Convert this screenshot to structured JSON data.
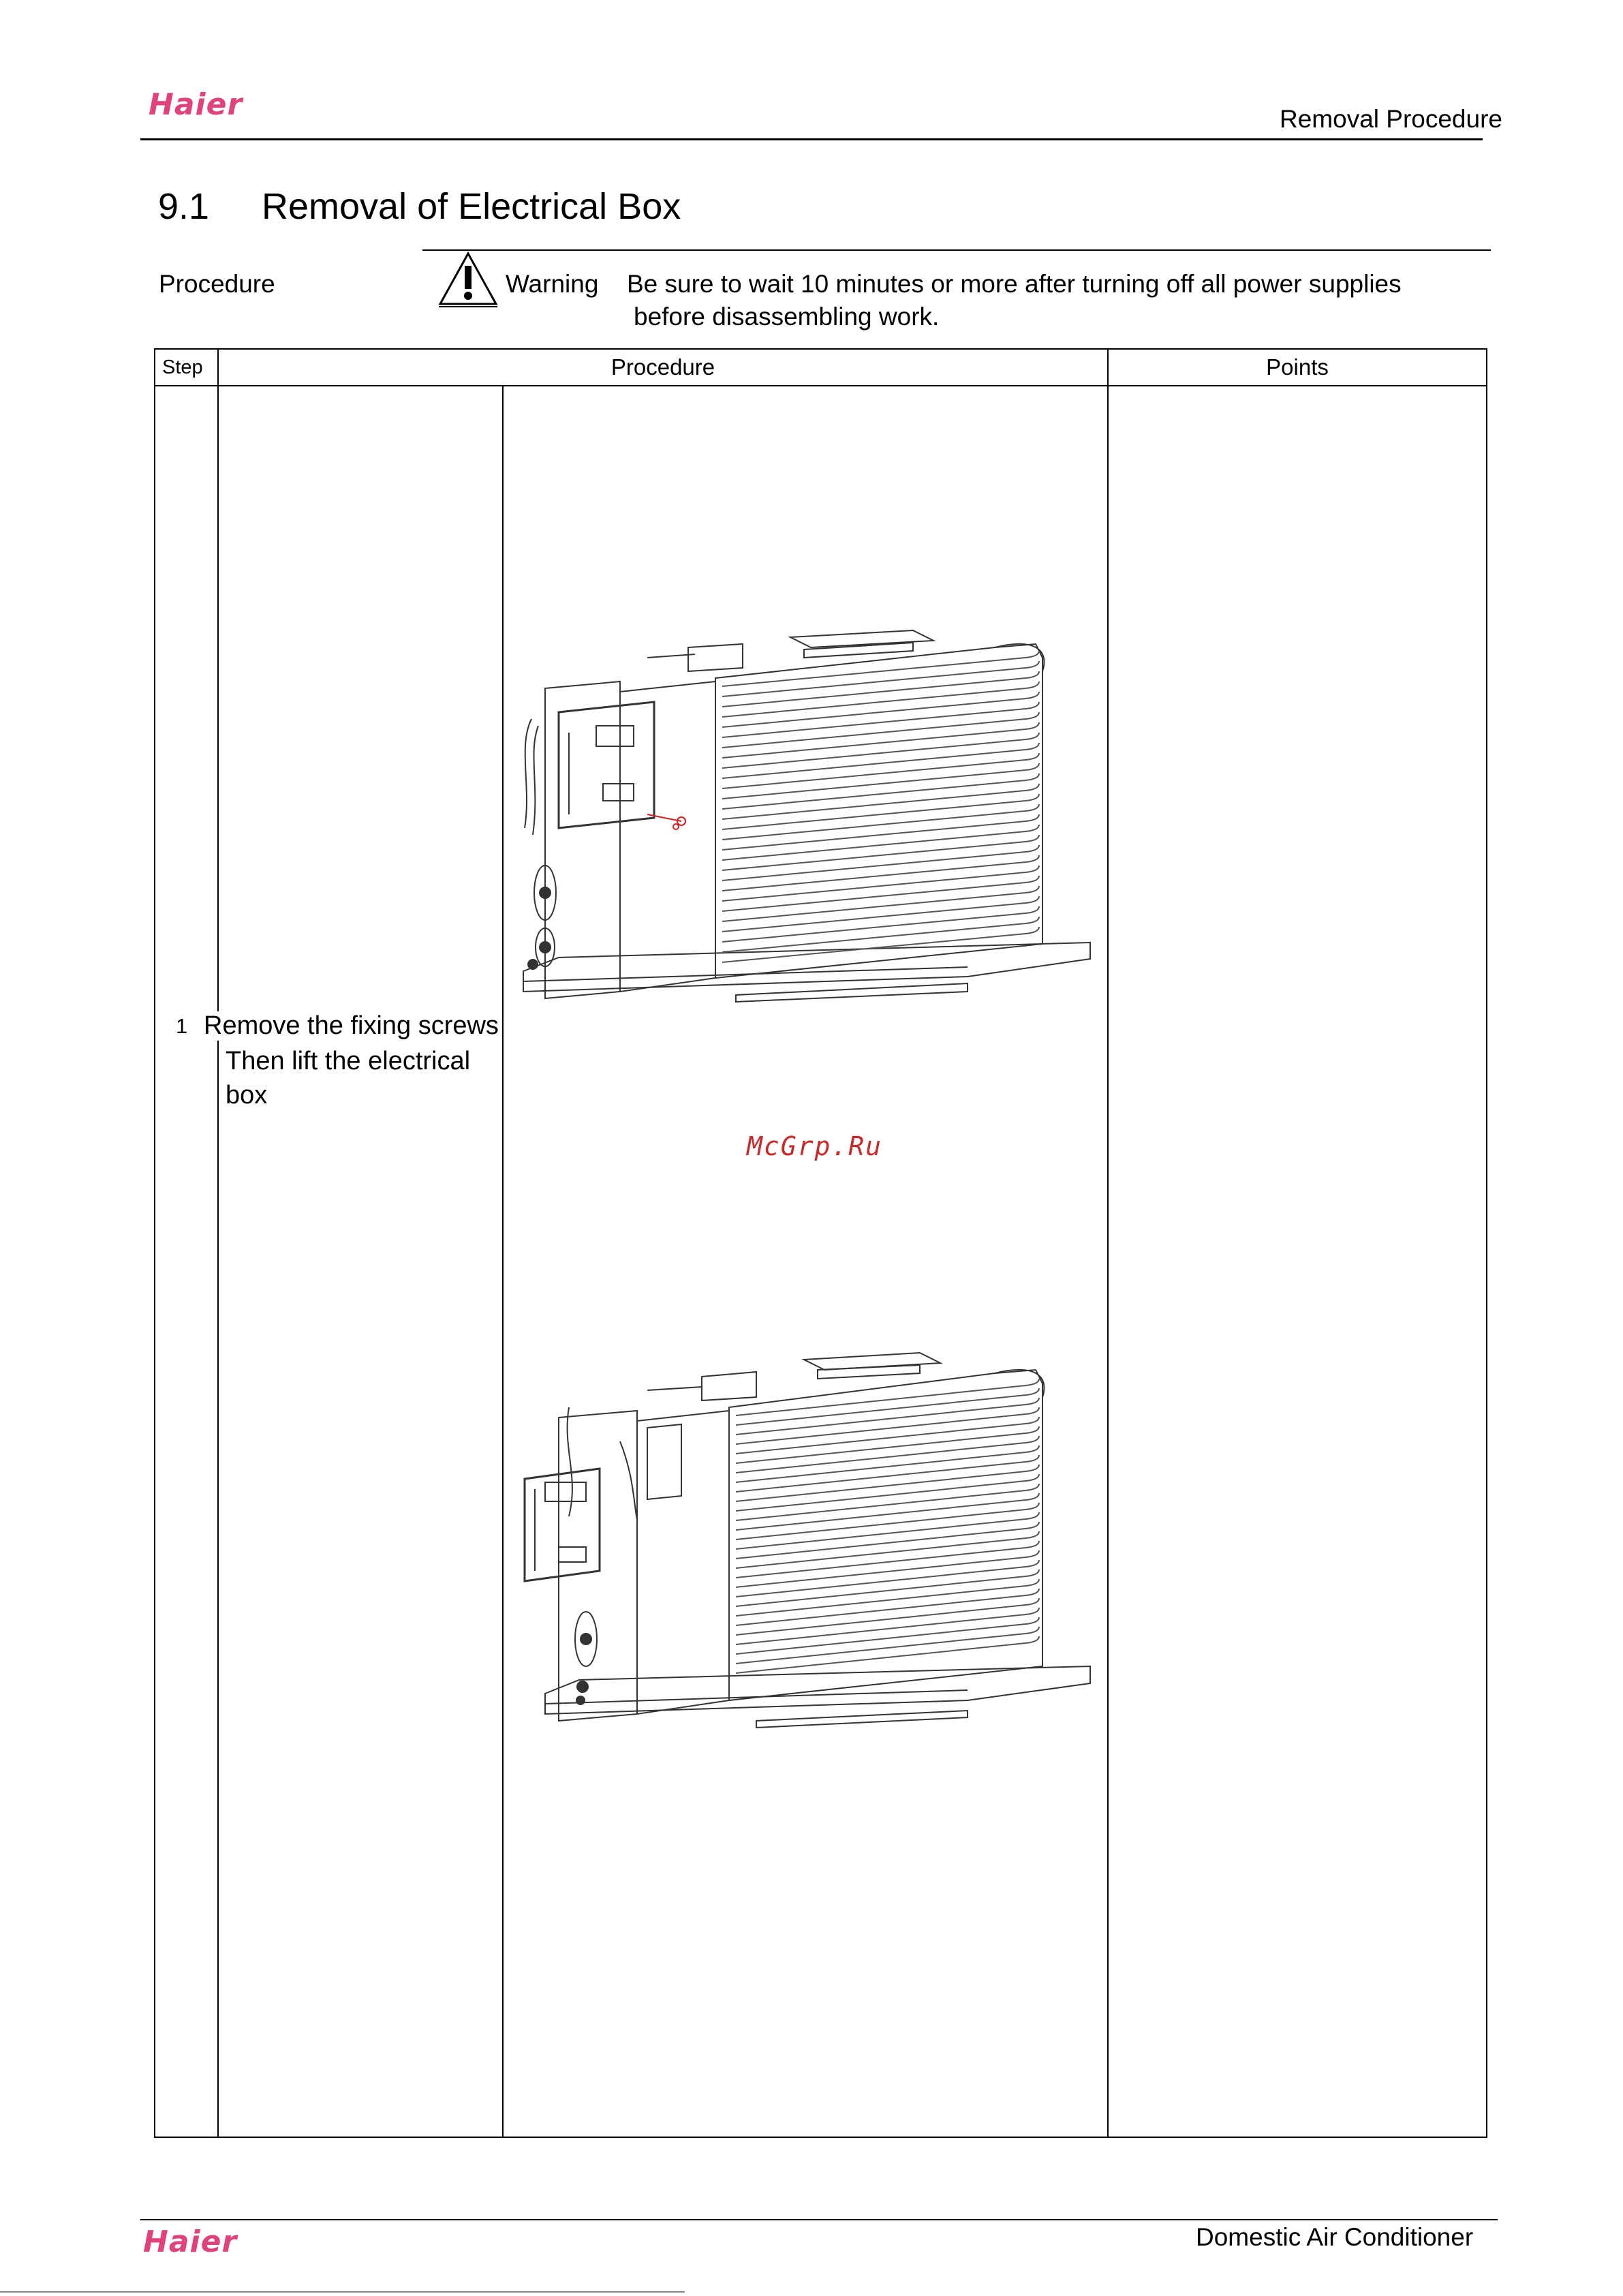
{
  "header": {
    "logo": "Haier",
    "section_label": "Removal  Procedure"
  },
  "title": {
    "number": "9.1",
    "text": "Removal of Electrical Box"
  },
  "procedure_label": "Procedure",
  "warning": {
    "label": "Warning",
    "line1": "Be sure to wait 10 minutes or more after turning off all power supplies",
    "line2": "before disassembling work."
  },
  "table": {
    "col_step": "Step",
    "col_procedure": "Procedure",
    "col_points": "Points",
    "rows": [
      {
        "step": "1",
        "text_line1": "Remove the fixing screws",
        "text_line2": "Then lift the electrical",
        "text_line3": "box"
      }
    ]
  },
  "watermark": "McGrp.Ru",
  "footer": {
    "logo": "Haier",
    "text": "Domestic Air Conditioner"
  },
  "colors": {
    "brand": "#e0437c",
    "watermark": "#c62b2b"
  }
}
